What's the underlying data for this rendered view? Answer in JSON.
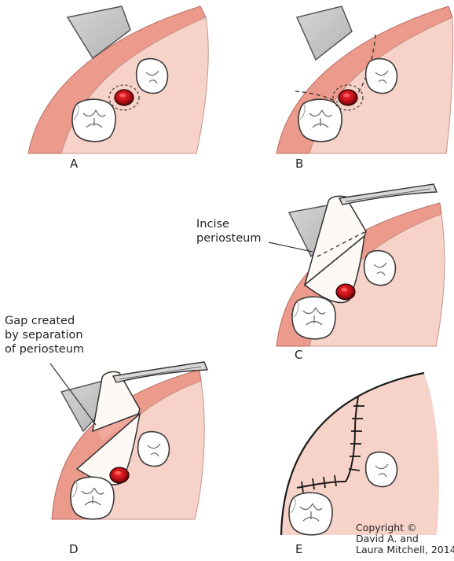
{
  "panels": [
    {
      "letter": "A"
    },
    {
      "letter": "B"
    },
    {
      "letter": "C"
    },
    {
      "letter": "D"
    },
    {
      "letter": "E"
    }
  ],
  "annotations": {
    "incise_line1": "Incise",
    "incise_line2": "periosteum",
    "gap_line1": "Gap created",
    "gap_line2": "by separation",
    "gap_line3": "of periosteum"
  },
  "copyright": {
    "line1": "Copyright ©",
    "line2": "David A. and",
    "line3": "Laura Mitchell, 2014"
  },
  "colors": {
    "mucosa": "#f7d2c8",
    "gingiva_rim": "#ec9a8c",
    "retractor": "#c4c4c4",
    "tooth": "#ffffff",
    "canine_crown": "#c1121b",
    "flap": "#fdfaf6"
  }
}
